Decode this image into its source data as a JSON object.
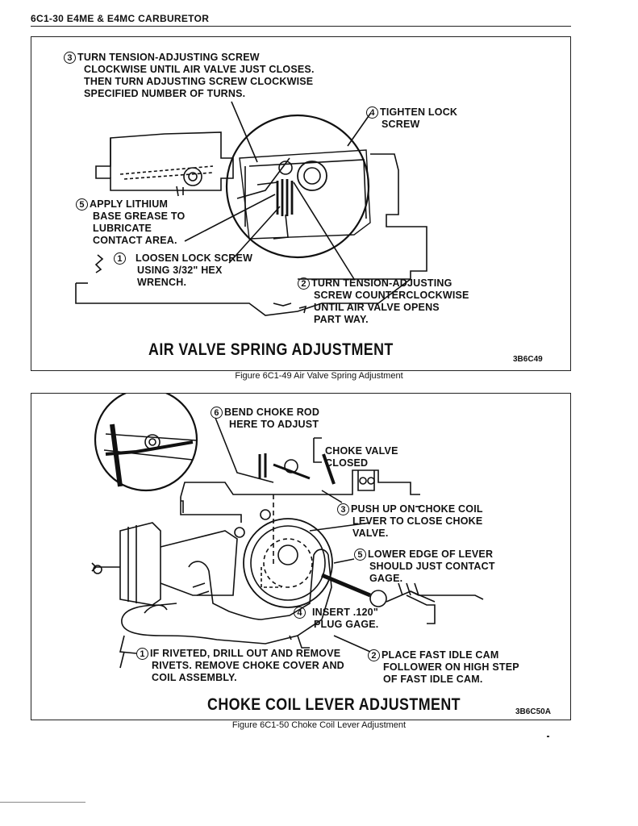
{
  "header": {
    "title": "6C1-30 E4ME & E4MC CARBURETOR"
  },
  "figure1": {
    "title": "AIR VALVE SPRING ADJUSTMENT",
    "code": "3B6C49",
    "caption": "Figure 6C1-49 Air Valve Spring Adjustment",
    "steps": [
      {
        "num": "3",
        "lines": [
          "TURN TENSION-ADJUSTING SCREW",
          "CLOCKWISE UNTIL AIR VALVE JUST CLOSES.",
          "THEN TURN ADJUSTING SCREW CLOCKWISE",
          "SPECIFIED NUMBER OF TURNS."
        ]
      },
      {
        "num": "4",
        "lines": [
          "TIGHTEN LOCK",
          "SCREW"
        ]
      },
      {
        "num": "5",
        "lines": [
          "APPLY LITHIUM",
          "BASE GREASE TO",
          "LUBRICATE",
          "CONTACT AREA."
        ]
      },
      {
        "num": "1",
        "lines": [
          "LOOSEN LOCK SCREW",
          "USING 3/32\" HEX",
          "WRENCH."
        ]
      },
      {
        "num": "2",
        "lines": [
          "TURN TENSION-ADJUSTING",
          "SCREW COUNTERCLOCKWISE",
          "UNTIL AIR VALVE OPENS",
          "PART WAY."
        ]
      }
    ]
  },
  "figure2": {
    "title": "CHOKE COIL LEVER ADJUSTMENT",
    "code": "3B6C50A",
    "caption": "Figure 6C1-50 Choke Coil Lever Adjustment",
    "steps": [
      {
        "num": "6",
        "lines": [
          "BEND CHOKE ROD",
          "HERE TO ADJUST"
        ]
      },
      {
        "num": "",
        "lines": [
          "CHOKE VALVE",
          "CLOSED"
        ]
      },
      {
        "num": "3",
        "lines": [
          "PUSH UP ON CHOKE COIL",
          "LEVER TO CLOSE CHOKE",
          "VALVE."
        ]
      },
      {
        "num": "5",
        "lines": [
          "LOWER EDGE OF LEVER",
          "SHOULD JUST CONTACT",
          "GAGE."
        ]
      },
      {
        "num": "4",
        "lines": [
          "INSERT .120\"",
          "PLUG GAGE."
        ]
      },
      {
        "num": "1",
        "lines": [
          "IF RIVETED, DRILL OUT AND REMOVE",
          "RIVETS. REMOVE CHOKE COVER AND",
          "COIL ASSEMBLY."
        ]
      },
      {
        "num": "2",
        "lines": [
          "PLACE FAST IDLE CAM",
          "FOLLOWER ON HIGH STEP",
          "OF FAST IDLE CAM."
        ]
      }
    ]
  }
}
